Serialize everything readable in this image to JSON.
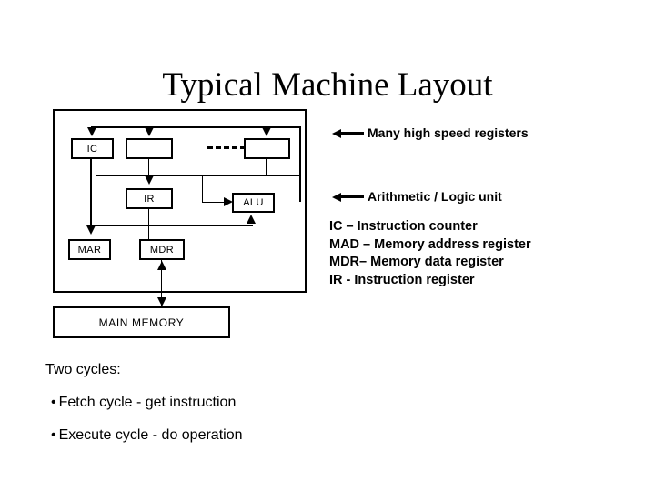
{
  "slide": {
    "title": "Typical Machine Layout",
    "background_color": "#ffffff",
    "ink_color": "#000000"
  },
  "diagram": {
    "name": "cpu-block-diagram",
    "registers": [
      {
        "id": "ic",
        "label": "IC"
      },
      {
        "id": "reg2",
        "label": ""
      },
      {
        "id": "reg3",
        "label": ""
      }
    ],
    "blocks": [
      {
        "id": "ir",
        "label": "IR"
      },
      {
        "id": "alu",
        "label": "ALU"
      },
      {
        "id": "mar",
        "label": "MAR"
      },
      {
        "id": "mdr",
        "label": "MDR"
      }
    ],
    "memory": {
      "label": "MAIN MEMORY"
    }
  },
  "annotations": [
    {
      "id": "registers-note",
      "text": "Many high speed registers"
    },
    {
      "id": "alu-note",
      "text": "Arithmetic / Logic unit"
    }
  ],
  "legend": [
    "IC – Instruction counter",
    "MAD – Memory address register",
    "MDR– Memory data register",
    "IR - Instruction register"
  ],
  "body": {
    "lead": "Two cycles:",
    "bullets": [
      {
        "marker": "•",
        "text": "Fetch cycle - get instruction"
      },
      {
        "marker": "•",
        "text": "Execute cycle - do operation"
      }
    ]
  }
}
